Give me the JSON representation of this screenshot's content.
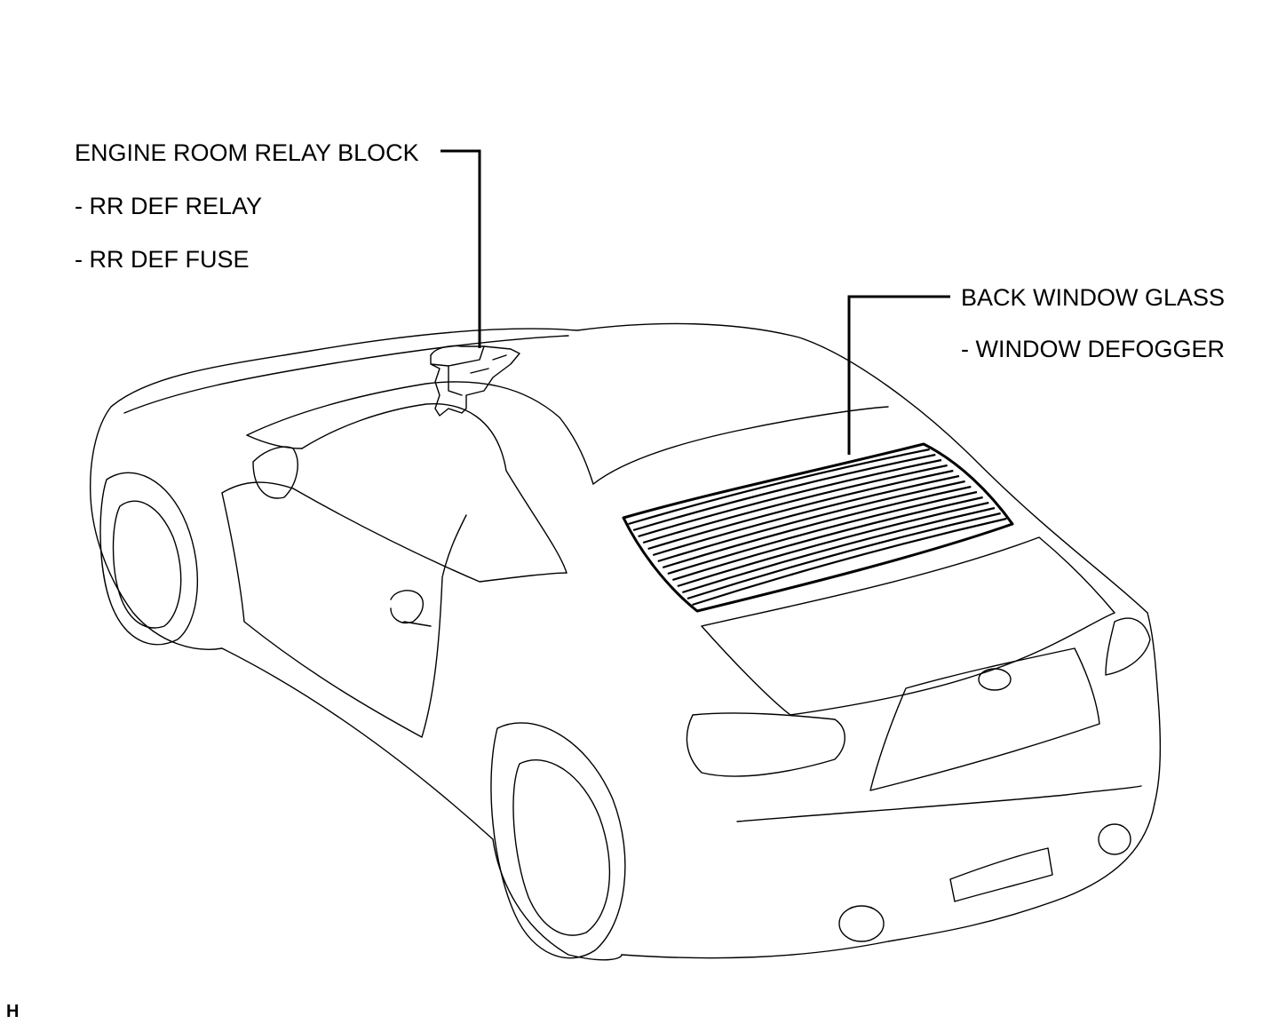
{
  "labels": {
    "relay_block": {
      "title": "ENGINE ROOM RELAY BLOCK",
      "items": [
        "- RR DEF RELAY",
        "- RR DEF FUSE"
      ]
    },
    "back_window": {
      "title": "BACK WINDOW GLASS",
      "items": [
        "- WINDOW DEFOGGER"
      ]
    }
  },
  "corner_mark": "H"
}
